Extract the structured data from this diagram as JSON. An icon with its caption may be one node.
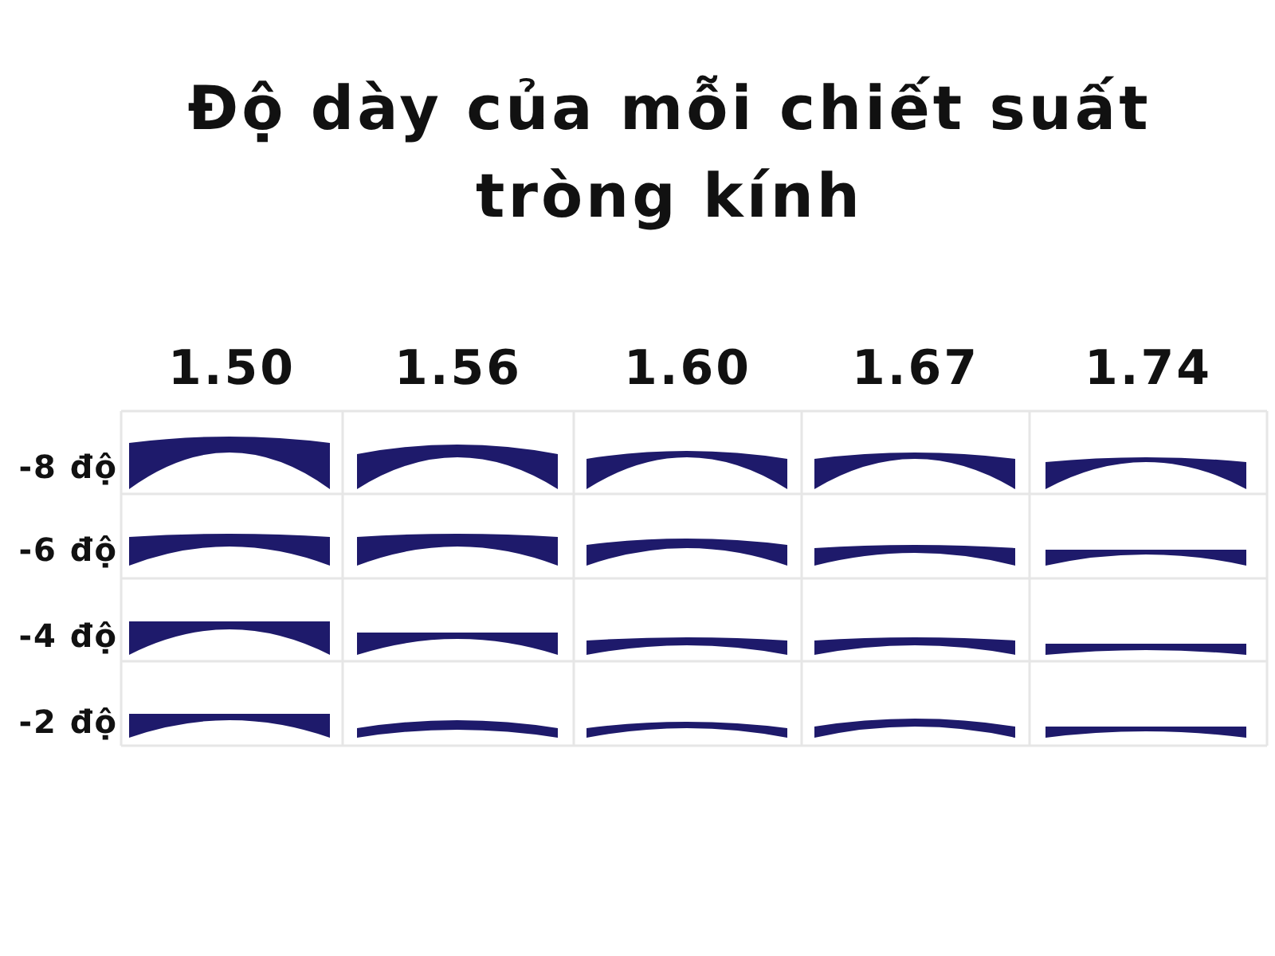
{
  "diagram": {
    "title": "Độ dày của mỗi chiết suất tròng kính",
    "labels": [
      "1.50",
      "1.56",
      "1.60",
      "1.67",
      "1.74",
      "-8 độ",
      "-6 độ",
      "-4 độ",
      "-2 độ"
    ]
  }
}
